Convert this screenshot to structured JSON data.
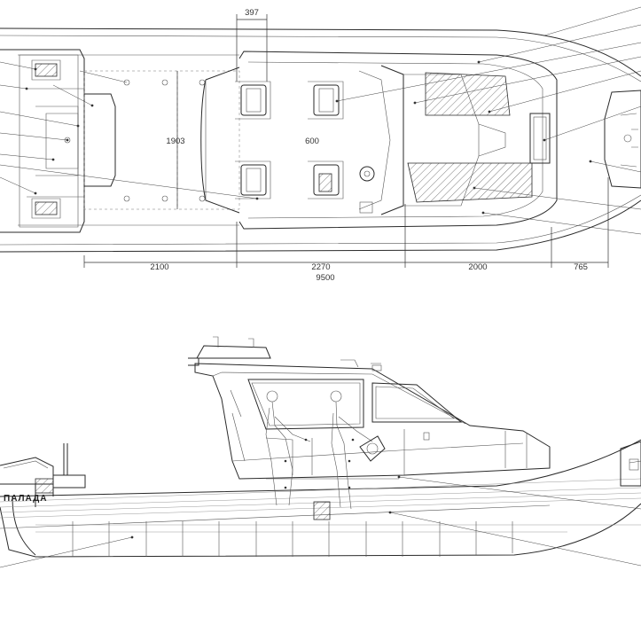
{
  "dimensions": {
    "top": "397",
    "width_beam": "1903",
    "seat_spacing": "600",
    "seg1": "2100",
    "seg2": "2270",
    "seg3": "2000",
    "seg4": "765",
    "overall": "9500"
  },
  "hull_name": "ПАЛАДА"
}
